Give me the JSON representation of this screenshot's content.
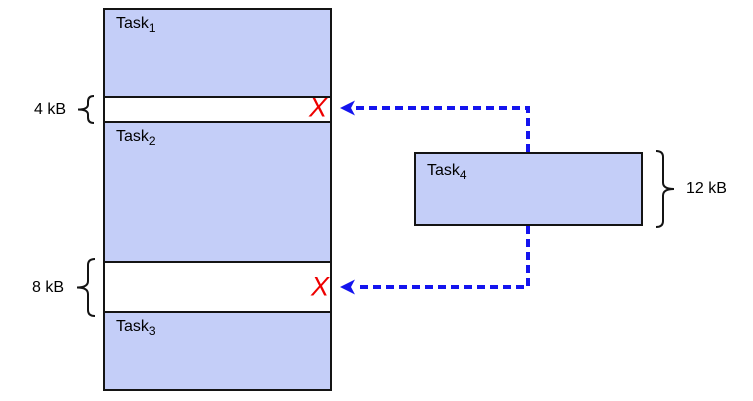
{
  "memory_map": {
    "blocks": [
      {
        "name": "Task",
        "sub": "1"
      },
      {
        "name": "Task",
        "sub": "2"
      },
      {
        "name": "Task",
        "sub": "3"
      }
    ],
    "gaps": [
      {
        "size": "4 kB",
        "reject_mark": "X"
      },
      {
        "size": "8 kB",
        "reject_mark": "X"
      }
    ]
  },
  "pending_task": {
    "name": "Task",
    "sub": "4",
    "size": "12 kB"
  },
  "colors": {
    "block_fill": "#c4cef8",
    "block_border": "#141414",
    "arrow_blue": "#1414ee",
    "reject_red": "#ee0000"
  }
}
